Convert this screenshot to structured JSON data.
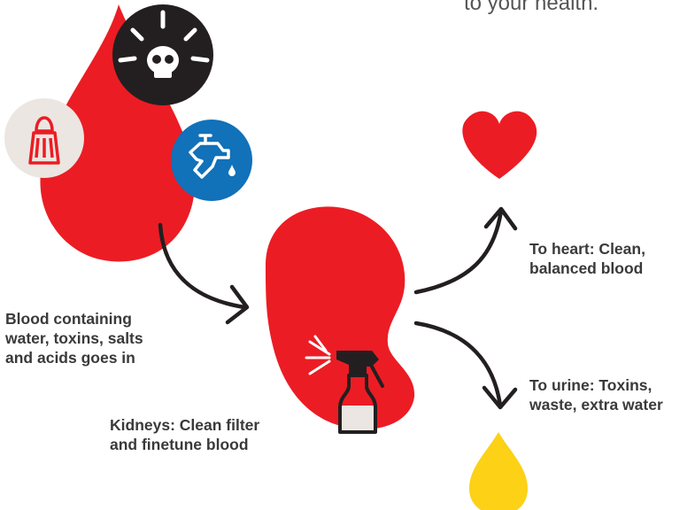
{
  "intro": {
    "line_fragment": "to your health."
  },
  "labels": {
    "blood_in": [
      "Blood containing",
      "water, toxins, salts",
      "and acids goes in"
    ],
    "kidneys": [
      "Kidneys: Clean filter",
      "and finetune blood"
    ],
    "to_heart": [
      "To heart: Clean,",
      "balanced blood"
    ],
    "to_urine": [
      "To urine: Toxins,",
      "waste, extra water"
    ]
  },
  "colors": {
    "red": "#ec1c24",
    "black": "#231f20",
    "blue": "#1171b9",
    "beige": "#ebe6e1",
    "yellow": "#fcd116",
    "text": "#3a3a3a"
  },
  "icons": {
    "toxin": "skull-crossbones-icon",
    "salt": "salt-shaker-icon",
    "water": "water-tap-icon",
    "filter": "spray-bottle-icon",
    "heart": "heart-icon",
    "urine": "drop-icon"
  }
}
